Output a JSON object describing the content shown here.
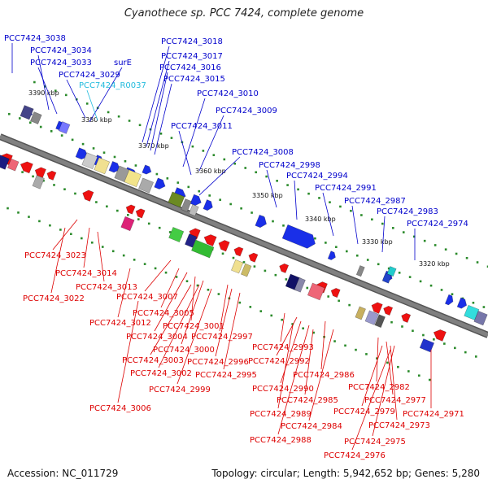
{
  "title": "Cyanothece sp. PCC 7424, complete genome",
  "footer": {
    "accession": "Accession: NC_011729",
    "summary": "Topology: circular; Length: 5,942,652 bp; Genes: 5,280"
  },
  "colors": {
    "forward_label": "#0000cc",
    "reverse_label": "#dd0000",
    "rna_label": "#22bbdd",
    "backbone": "#808080",
    "tick_dots": "#2a8a2a"
  },
  "ticks": [
    "3390 kbp",
    "3380 kbp",
    "3370 kbp",
    "3360 kbp",
    "3350 kbp",
    "3340 kbp",
    "3330 kbp",
    "3320 kbp"
  ],
  "forward_labels": [
    "PCC7424_3038",
    "PCC7424_3034",
    "PCC7424_3033",
    "PCC7424_3029",
    "surE",
    "PCC7424_R0037",
    "PCC7424_3018",
    "PCC7424_3017",
    "PCC7424_3016",
    "PCC7424_3015",
    "PCC7424_3010",
    "PCC7424_3009",
    "PCC7424_3011",
    "PCC7424_3008",
    "PCC7424_2998",
    "PCC7424_2994",
    "PCC7424_2991",
    "PCC7424_2987",
    "PCC7424_2983",
    "PCC7424_2974"
  ],
  "reverse_labels": [
    "PCC7424_3023",
    "PCC7424_3014",
    "PCC7424_3013",
    "PCC7424_3022",
    "PCC7424_3007",
    "PCC7424_3012",
    "PCC7424_3005",
    "PCC7424_3001",
    "PCC7424_3004",
    "PCC7424_3000",
    "PCC7424_2997",
    "PCC7424_3003",
    "PCC7424_2996",
    "PCC7424_3002",
    "PCC7424_2995",
    "PCC7424_2999",
    "PCC7424_3006",
    "PCC7424_2993",
    "PCC7424_2992",
    "PCC7424_2986",
    "PCC7424_2990",
    "PCC7424_2982",
    "PCC7424_2985",
    "PCC7424_2977",
    "PCC7424_2989",
    "PCC7424_2979",
    "PCC7424_2984",
    "PCC7424_2971",
    "PCC7424_2973",
    "PCC7424_2988",
    "PCC7424_2975",
    "PCC7424_2976"
  ]
}
